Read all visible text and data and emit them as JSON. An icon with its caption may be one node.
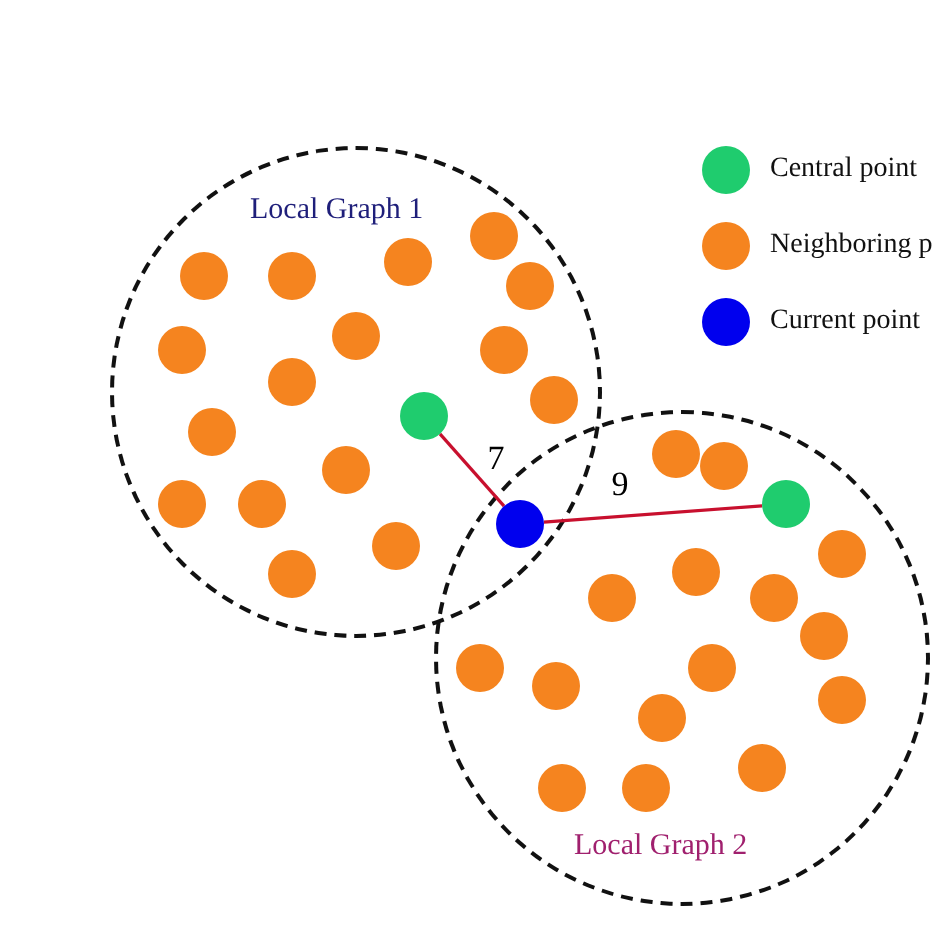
{
  "diagram": {
    "nodes": [
      {
        "text": [
          "Local Graph 1"
        ]
      },
      {
        "text": [
          "Local Graph 2"
        ]
      },
      {
        "text": [],
        "shape": "circle",
        "in": 0
      },
      {
        "text": [],
        "shape": "circle"
      },
      {
        "text": [],
        "shape": "circle",
        "in": 1
      },
      {
        "text": [],
        "shape": "circle",
        "in": 0
      },
      {
        "text": [],
        "shape": "circle",
        "in": 0
      },
      {
        "text": [],
        "shape": "circle",
        "in": 0
      },
      {
        "text": [],
        "shape": "circle",
        "in": 0
      },
      {
        "text": [],
        "shape": "circle",
        "in": 0
      },
      {
        "text": [],
        "shape": "circle",
        "in": 0
      },
      {
        "text": [],
        "shape": "circle",
        "in": 0
      },
      {
        "text": [],
        "shape": "circle",
        "in": 0
      },
      {
        "text": [],
        "shape": "circle",
        "in": 0
      },
      {
        "text": [],
        "shape": "circle",
        "in": 0
      },
      {
        "text": [],
        "shape": "circle",
        "in": 0
      },
      {
        "text": [],
        "shape": "circle",
        "in": 0
      },
      {
        "text": [],
        "shape": "circle",
        "in": 0
      },
      {
        "text": [],
        "shape": "circle",
        "in": 0
      },
      {
        "text": [],
        "shape": "circle",
        "in": 0
      },
      {
        "text": [],
        "shape": "circle",
        "in": 0
      },
      {
        "text": [],
        "shape": "circle",
        "in": 1
      },
      {
        "text": [],
        "shape": "circle",
        "in": 1
      },
      {
        "text": [],
        "shape": "circle",
        "in": 1
      },
      {
        "text": [],
        "shape": "circle",
        "in": 1
      },
      {
        "text": [],
        "shape": "circle",
        "in": 1
      },
      {
        "text": [],
        "shape": "circle",
        "in": 1
      },
      {
        "text": [],
        "shape": "circle",
        "in": 1
      },
      {
        "text": [],
        "shape": "circle",
        "in": 1
      },
      {
        "text": [],
        "shape": "circle",
        "in": 1
      },
      {
        "text": [],
        "shape": "circle",
        "in": 1
      },
      {
        "text": [],
        "shape": "circle",
        "in": 1
      },
      {
        "text": [],
        "shape": "circle",
        "in": 1
      },
      {
        "text": [],
        "shape": "circle",
        "in": 1
      },
      {
        "text": [],
        "shape": "circle",
        "in": 1
      },
      {
        "text": [],
        "shape": "circle",
        "in": 1
      }
    ],
    "edges": [
      {
        "from": 2,
        "to": 3,
        "arrow": "none",
        "label": "7"
      },
      {
        "from": 3,
        "to": 4,
        "arrow": "none",
        "label": "9"
      }
    ],
    "legend": [
      {
        "text": "Central point",
        "color": "#1fcc6e"
      },
      {
        "text": "Neighboring p",
        "color": "#f5841f"
      },
      {
        "text": "Current point",
        "color": "#0000ee"
      }
    ]
  }
}
